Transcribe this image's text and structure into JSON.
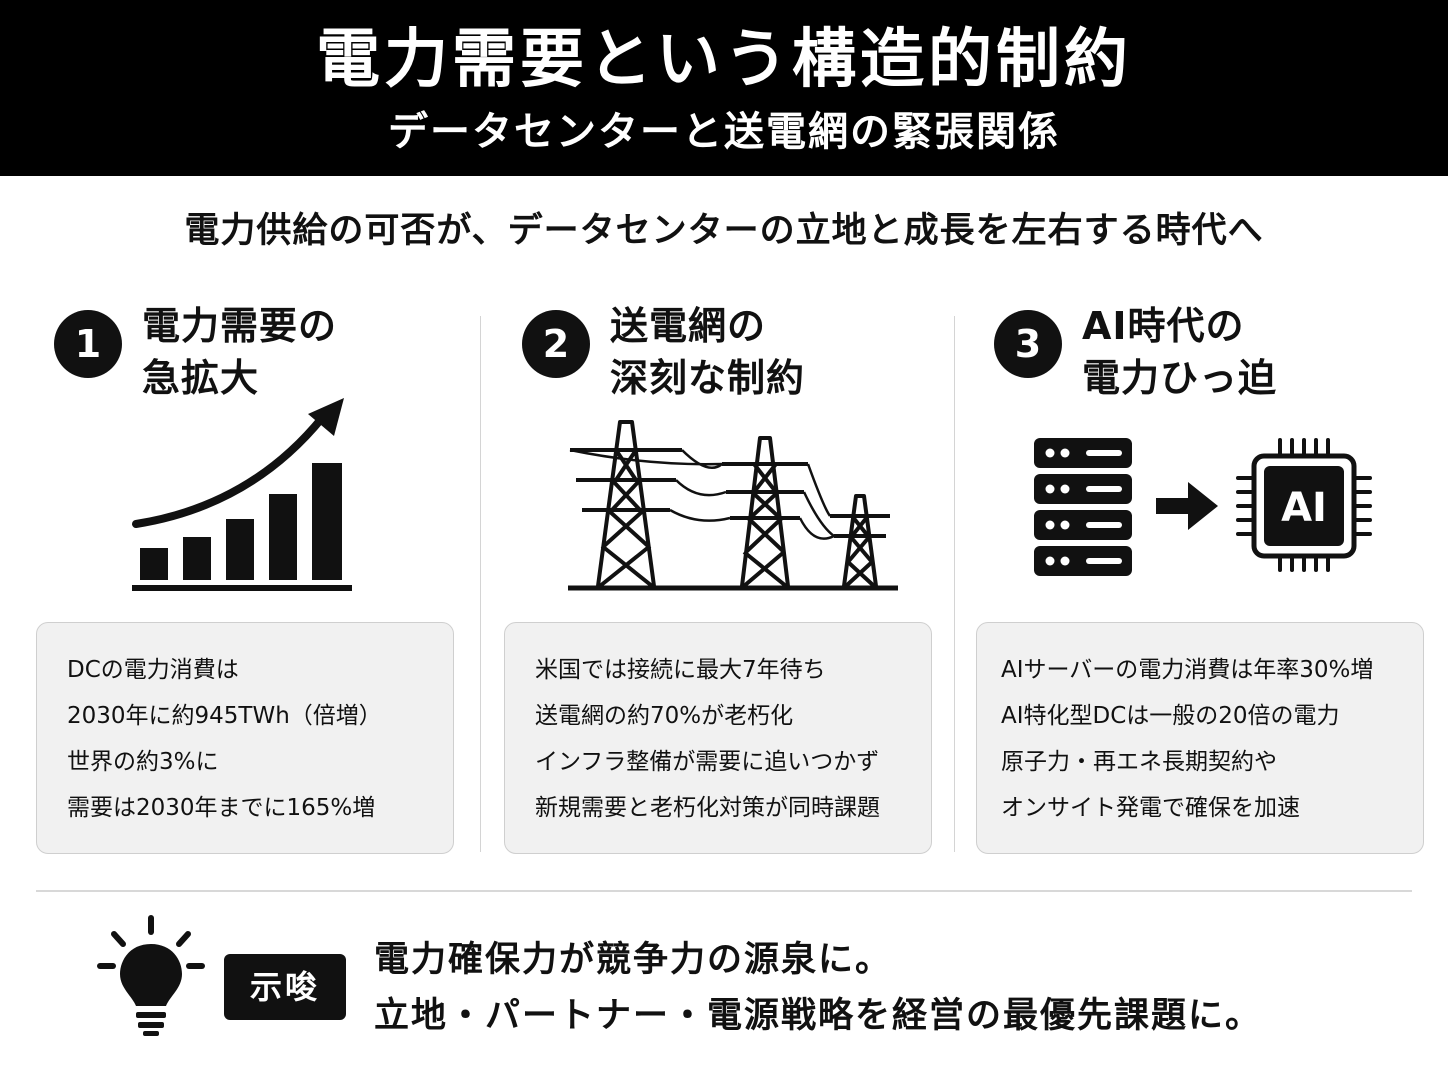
{
  "header": {
    "title": "電力需要という構造的制約",
    "subtitle": "データセンターと送電網の緊張関係"
  },
  "lead": "電力供給の可否が、データセンターの立地と成長を左右する時代へ",
  "pillars": [
    {
      "number": "1",
      "title_line1": "電力需要の",
      "title_line2": "急拡大",
      "icon": "rising-bar-chart-icon",
      "lines": [
        "DCの電力消費は",
        "2030年に約945TWh（倍増）",
        "世界の約3%に",
        "需要は2030年までに165%増"
      ]
    },
    {
      "number": "2",
      "title_line1": "送電網の",
      "title_line2": "深刻な制約",
      "icon": "transmission-tower-icon",
      "lines": [
        "米国では接続に最大7年待ち",
        "送電網の約70%が老朽化",
        "インフラ整備が需要に追いつかず",
        "新規需要と老朽化対策が同時課題"
      ]
    },
    {
      "number": "3",
      "title_line1": "AI時代の",
      "title_line2": "電力ひっ迫",
      "icon": "server-to-ai-chip-icon",
      "chip_label": "AI",
      "lines": [
        "AIサーバーの電力消費は年率30%増",
        "AI特化型DCは一般の20倍の電力",
        "原子力・再エネ長期契約や",
        "オンサイト発電で確保を加速"
      ]
    }
  ],
  "insight": {
    "badge": "示唆",
    "line1": "電力確保力が競争力の源泉に。",
    "line2": "立地・パートナー・電源戦略を経営の最優先課題に。"
  }
}
